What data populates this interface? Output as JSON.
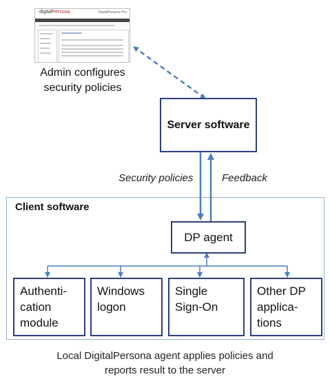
{
  "admin": {
    "label": "Admin configures\nsecurity policies",
    "screenshot": {
      "logo_prefix": "digital",
      "logo_name": "Persona",
      "brand": "DigitalPersona Pro"
    }
  },
  "server": {
    "label": "Server software"
  },
  "arrows": {
    "policies_label": "Security policies",
    "feedback_label": "Feedback"
  },
  "client": {
    "title": "Client software",
    "agent_label": "DP agent",
    "modules": [
      {
        "label": "Authenti-\ncation\nmodule"
      },
      {
        "label": "Windows\nlogon"
      },
      {
        "label": "Single\nSign-On"
      },
      {
        "label": "Other DP\napplica-\ntions"
      }
    ]
  },
  "caption": "Local DigitalPersona agent applies policies and\nreports result to the server",
  "colors": {
    "box_border": "#2b3f7a",
    "arrow": "#4a7fc1",
    "client_border": "#8fb0d6"
  }
}
